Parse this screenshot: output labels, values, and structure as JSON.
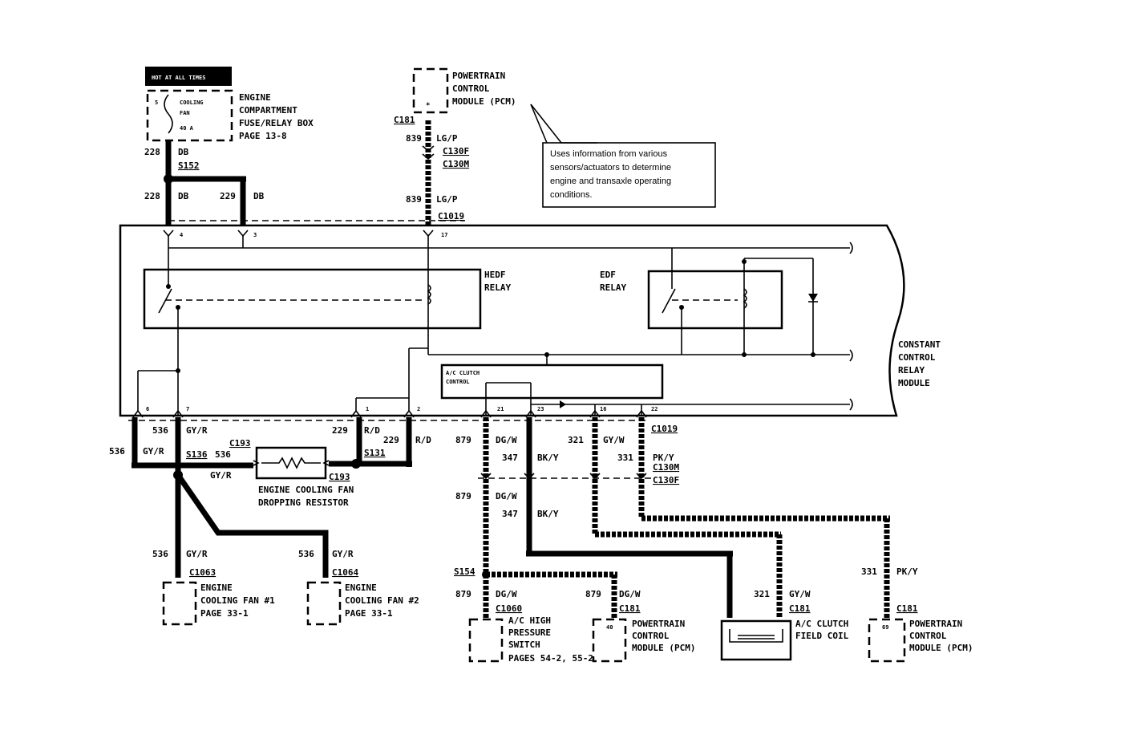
{
  "fuse_box": {
    "header": "HOT AT ALL TIMES",
    "fuse_num": "5",
    "fuse_label_1": "COOLING",
    "fuse_label_2": "FAN",
    "fuse_amp": "40 A",
    "title_1": "ENGINE",
    "title_2": "COMPARTMENT",
    "title_3": "FUSE/RELAY BOX",
    "title_4": "PAGE 13-8"
  },
  "pcm_top": {
    "title_1": "POWERTRAIN",
    "title_2": "CONTROL",
    "title_3": "MODULE (PCM)",
    "pin": "*",
    "connector": "C181",
    "note": [
      "Uses information from various",
      "sensors/actuators to determine",
      "engine and transaxle operating",
      "conditions."
    ]
  },
  "module": {
    "title_1": "CONSTANT",
    "title_2": "CONTROL",
    "title_3": "RELAY",
    "title_4": "MODULE",
    "hedf_1": "HEDF",
    "hedf_2": "RELAY",
    "edf_1": "EDF",
    "edf_2": "RELAY",
    "ac_ctrl_1": "A/C CLUTCH",
    "ac_ctrl_2": "CONTROL",
    "pins_top": [
      "4",
      "3",
      "17"
    ],
    "pins_bottom": [
      "6",
      "7",
      "1",
      "2",
      "21",
      "23",
      "16",
      "22"
    ]
  },
  "wires": {
    "w228": "228",
    "db": "DB",
    "s152": "S152",
    "w229": "229",
    "w839": "839",
    "lgp": "LG/P",
    "c130f": "C130F",
    "c130m": "C130M",
    "c1019": "C1019",
    "w536": "536",
    "gyr": "GY/R",
    "s136": "S136",
    "c193": "C193",
    "rd": "R/D",
    "s131": "S131",
    "w879": "879",
    "dgw": "DG/W",
    "w347": "347",
    "bky": "BK/Y",
    "w321": "321",
    "gyw": "GY/W",
    "w331": "331",
    "pky": "PK/Y",
    "s154": "S154",
    "c1063": "C1063",
    "c1064": "C1064",
    "c1060": "C1060",
    "c181": "C181"
  },
  "resistor": {
    "label_1": "ENGINE COOLING FAN",
    "label_2": "DROPPING RESISTOR"
  },
  "fan1": {
    "label_1": "ENGINE",
    "label_2": "COOLING FAN #1",
    "label_3": "PAGE 33-1"
  },
  "fan2": {
    "label_1": "ENGINE",
    "label_2": "COOLING FAN #2",
    "label_3": "PAGE 33-1"
  },
  "switch": {
    "label_1": "A/C HIGH",
    "label_2": "PRESSURE",
    "label_3": "SWITCH",
    "label_4": "PAGES 54-2, 55-2"
  },
  "pcm_bottom": {
    "label_1": "POWERTRAIN",
    "label_2": "CONTROL",
    "label_3": "MODULE (PCM)",
    "pin_a": "40",
    "pin_b": "69"
  },
  "clutch": {
    "label_1": "A/C CLUTCH",
    "label_2": "FIELD COIL"
  }
}
